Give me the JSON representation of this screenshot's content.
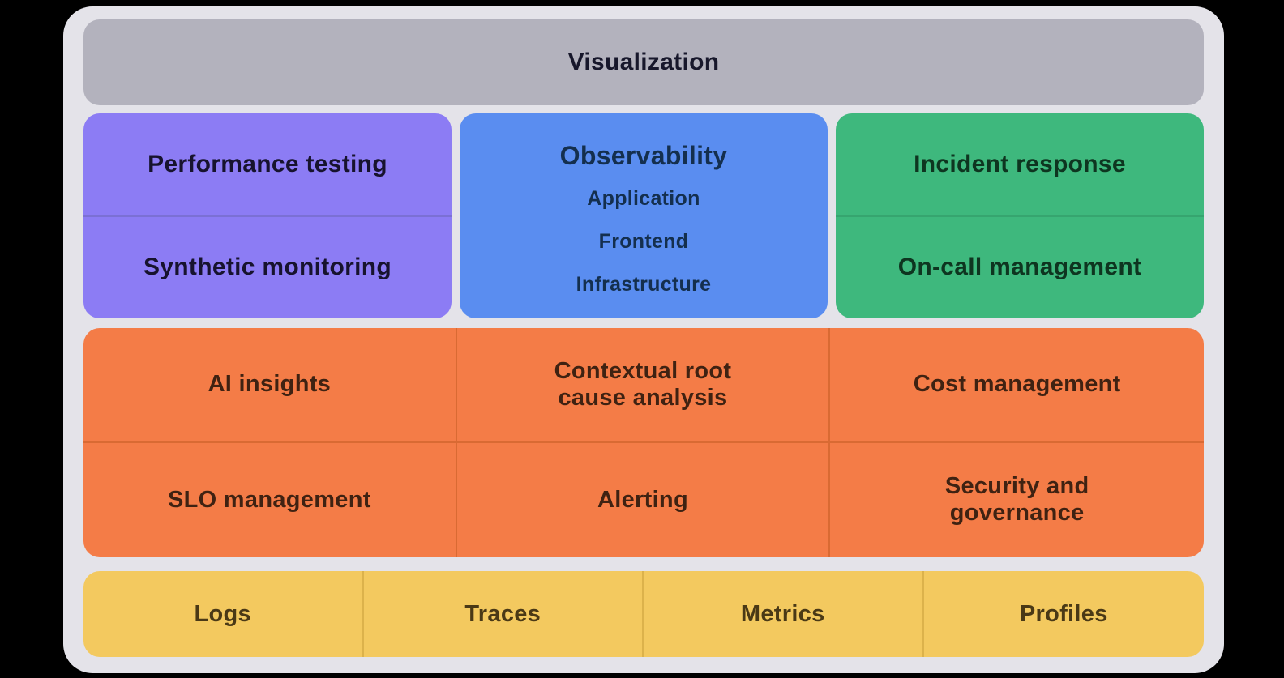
{
  "diagram": {
    "visualization": {
      "label": "Visualization"
    },
    "capabilities": {
      "testing": {
        "items": [
          "Performance testing",
          "Synthetic monitoring"
        ]
      },
      "observability": {
        "title": "Observability",
        "items": [
          "Application",
          "Frontend",
          "Infrastructure"
        ]
      },
      "incident": {
        "items": [
          "Incident response",
          "On-call management"
        ]
      }
    },
    "features": {
      "cells": [
        "AI insights",
        "Contextual root cause analysis",
        "Cost management",
        "SLO management",
        "Alerting",
        "Security and governance"
      ]
    },
    "telemetry": {
      "cells": [
        "Logs",
        "Traces",
        "Metrics",
        "Profiles"
      ]
    },
    "colors": {
      "background": "#000000",
      "frame": "#e4e3e9",
      "visualization_bar": "#b3b2bd",
      "testing_box": "#8c7cf4",
      "observability_box": "#5a8df0",
      "incident_box": "#3eb87d",
      "features_grid": "#f47c47",
      "telemetry_bar": "#f3c95f"
    }
  }
}
